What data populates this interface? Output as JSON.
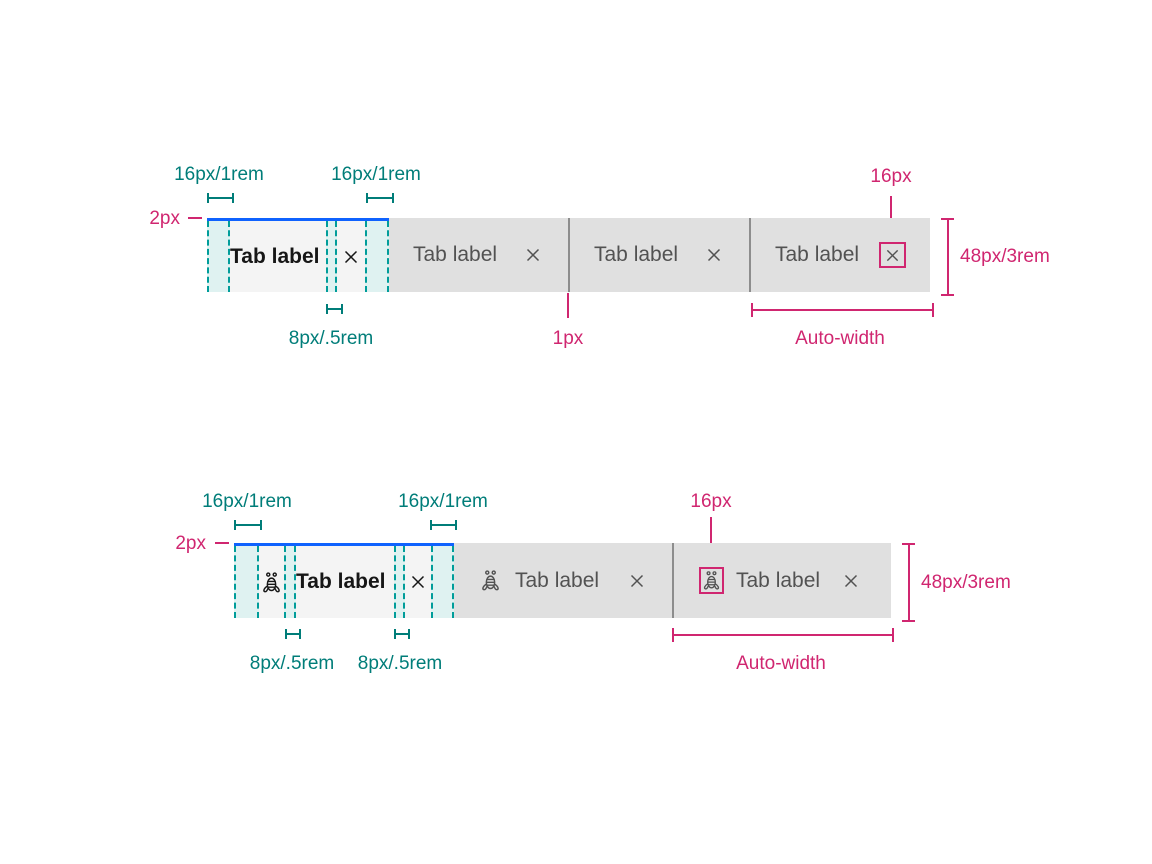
{
  "palette": {
    "magenta": "#d02670",
    "teal": "#007d79",
    "teal_dash": "#009d9a",
    "teal_highlight": "#dff2f1",
    "selected_border_blue": "#0f62fe",
    "selected_tab_bg": "#f4f4f4",
    "tab_bg": "#e0e0e0",
    "divider_gray": "#8d8d8d",
    "selected_label": "#161616",
    "tab_label_gray": "#525252"
  },
  "spec1": {
    "title": "dismissible tabs without icon — spacing spec",
    "labels": {
      "pad_left": "16px/1rem",
      "pad_right": "16px/1rem",
      "border_top": "2px",
      "gap_close": "8px/.5rem",
      "divider": "1px",
      "close_icon_size": "16px",
      "tab_height": "48px/3rem",
      "tab_width": "Auto-width"
    },
    "tabs": [
      {
        "label": "Tab label",
        "state": "selected"
      },
      {
        "label": "Tab label",
        "state": "default"
      },
      {
        "label": "Tab label",
        "state": "default"
      },
      {
        "label": "Tab label",
        "state": "default",
        "close_highlighted": true
      }
    ]
  },
  "spec2": {
    "title": "dismissible tabs with icon — spacing spec",
    "labels": {
      "pad_left": "16px/1rem",
      "pad_right": "16px/1rem",
      "border_top": "2px",
      "gap_icon": "8px/.5rem",
      "gap_close": "8px/.5rem",
      "icon_size": "16px",
      "tab_height": "48px/3rem",
      "tab_width": "Auto-width"
    },
    "tabs": [
      {
        "label": "Tab label",
        "state": "selected",
        "icon": "bee"
      },
      {
        "label": "Tab label",
        "state": "default",
        "icon": "bee"
      },
      {
        "label": "Tab label",
        "state": "default",
        "icon": "bee",
        "icon_highlighted": true
      }
    ]
  }
}
